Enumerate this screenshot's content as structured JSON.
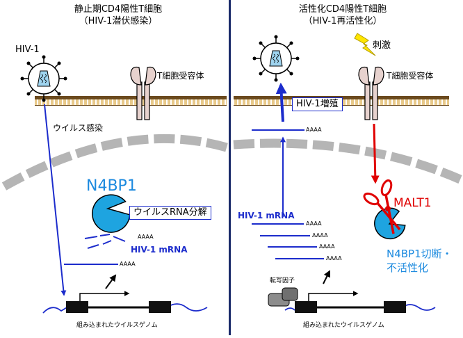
{
  "left_panel": {
    "title_line1": "静止期CD4陽性T細胞",
    "title_line2": "（HIV-1潜伏感染）",
    "virus_label": "HIV-1",
    "receptor_label": "T細胞受容体",
    "infection_label": "ウイルス感染",
    "protein_label": "N4BP1",
    "action_label": "ウイルスRNA分解",
    "mrna_label": "HIV-1 mRNA",
    "polya_label": "AAAA",
    "genome_label": "組み込まれたウイルスゲノム"
  },
  "right_panel": {
    "title_line1": "活性化CD4陽性T細胞",
    "title_line2": "（HIV-1再活性化）",
    "stimulus_label": "刺激",
    "receptor_label": "T細胞受容体",
    "replication_label": "HIV-1増殖",
    "mrna_label": "HIV-1 mRNA",
    "polya_label": "AAAA",
    "protease_label": "MALT1",
    "cleavage_label_line1": "N4BP1切断・",
    "cleavage_label_line2": "不活性化",
    "tf_label": "転写因子",
    "genome_label": "組み込まれたウイルスゲノム"
  },
  "colors": {
    "arrow_blue": "#1c2ccc",
    "arrow_red": "#e00000",
    "protein_cyan": "#1ea4e0",
    "membrane_brown": "#7a5a2a",
    "receptor_pink": "#e7d2ce",
    "nuclear_gray": "#c0c0c0",
    "divider_navy": "#1a2a6a"
  }
}
